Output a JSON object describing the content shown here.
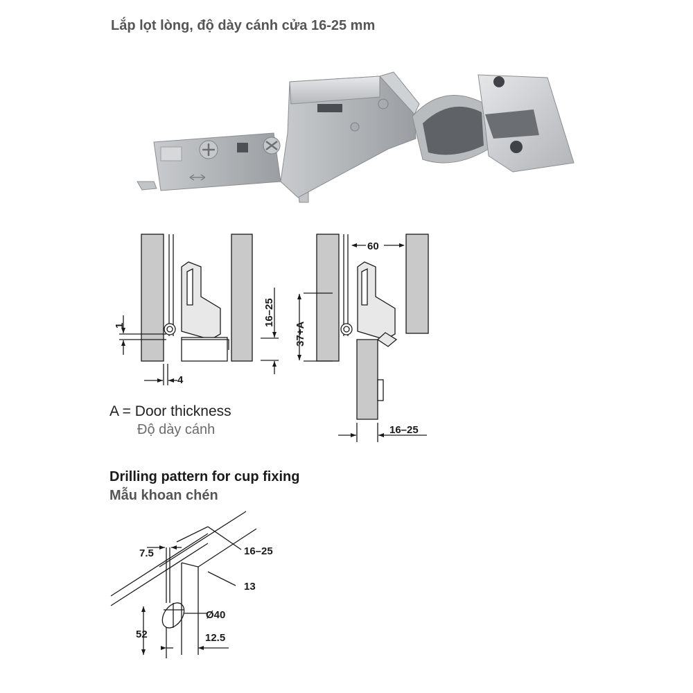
{
  "heading": "Lắp lọt lòng, độ dày cánh cửa 16-25 mm",
  "legend": {
    "a_def": "A = Door thickness",
    "a_def_vi": "Độ dày cánh"
  },
  "drilling": {
    "title": "Drilling pattern for cup fixing",
    "title_vi": "Mẫu khoan chén"
  },
  "dims_left": {
    "d1": "1",
    "d16_25": "16–25",
    "d4": "4"
  },
  "dims_right": {
    "d60": "60",
    "d37A": "37+A",
    "d16_25": "16–25"
  },
  "dims_drill": {
    "d7_5": "7.5",
    "d16_25": "16–25",
    "d13": "13",
    "d40": "Ø40",
    "d52": "52",
    "d12_5": "12.5"
  },
  "colors": {
    "metal_light": "#d4d6d8",
    "metal_mid": "#b7babd",
    "metal_dark": "#8e9296",
    "panel_gray": "#c9c9c9",
    "line": "#1a1a1a"
  }
}
